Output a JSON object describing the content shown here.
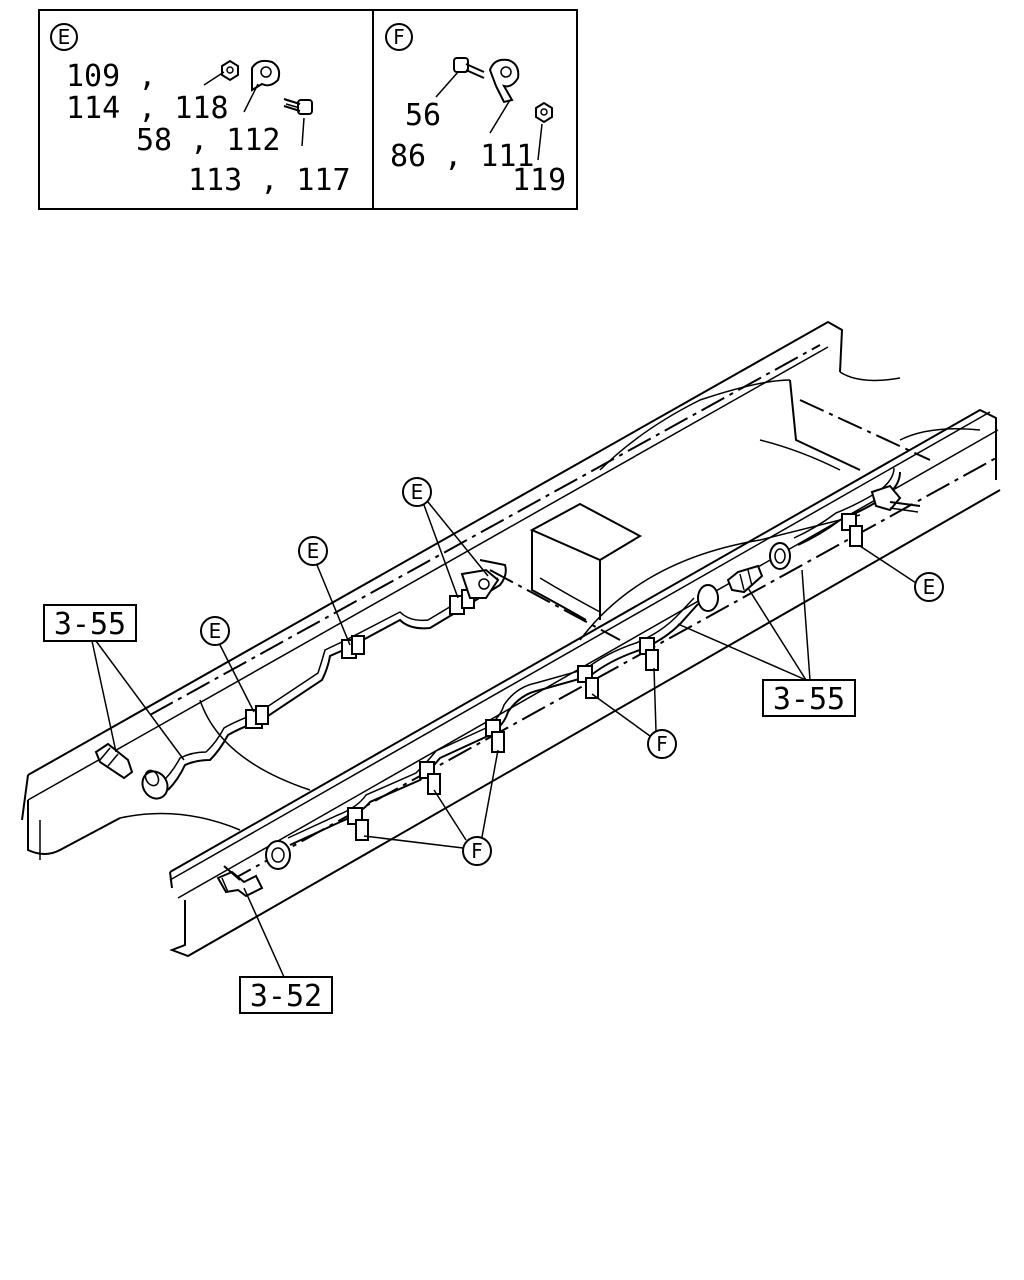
{
  "legend": {
    "panel_e": {
      "letter": "E",
      "labels": [
        "109 ,",
        "114 , 118",
        "58 , 112",
        "113 , 117"
      ]
    },
    "panel_f": {
      "letter": "F",
      "labels": [
        "56",
        "86 , 111",
        "119"
      ]
    }
  },
  "callouts": {
    "e_letter": "E",
    "f_letter": "F"
  },
  "references": {
    "ref_355": "3-55",
    "ref_352": "3-52"
  }
}
